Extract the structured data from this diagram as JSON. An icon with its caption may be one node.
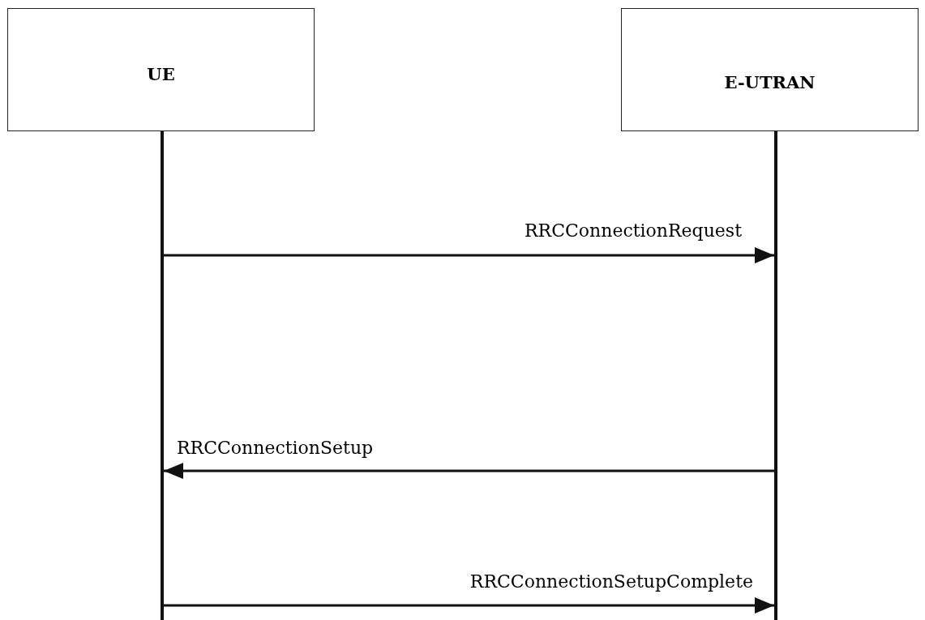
{
  "diagram": {
    "nodes": [
      {
        "text": [
          "UE"
        ]
      },
      {
        "text": [
          "E-UTRAN"
        ]
      },
      {
        "text": [],
        "shape": "bar"
      },
      {
        "text": [],
        "shape": "bar"
      }
    ],
    "edges": [
      {
        "from": 2,
        "to": 3,
        "arrow": "to",
        "label": "RRCConnectionRequest"
      },
      {
        "from": 3,
        "to": 2,
        "arrow": "to",
        "label": "RRCConnectionSetup"
      },
      {
        "from": 2,
        "to": 3,
        "arrow": "to",
        "label": "RRCConnectionSetupComplete"
      }
    ]
  }
}
